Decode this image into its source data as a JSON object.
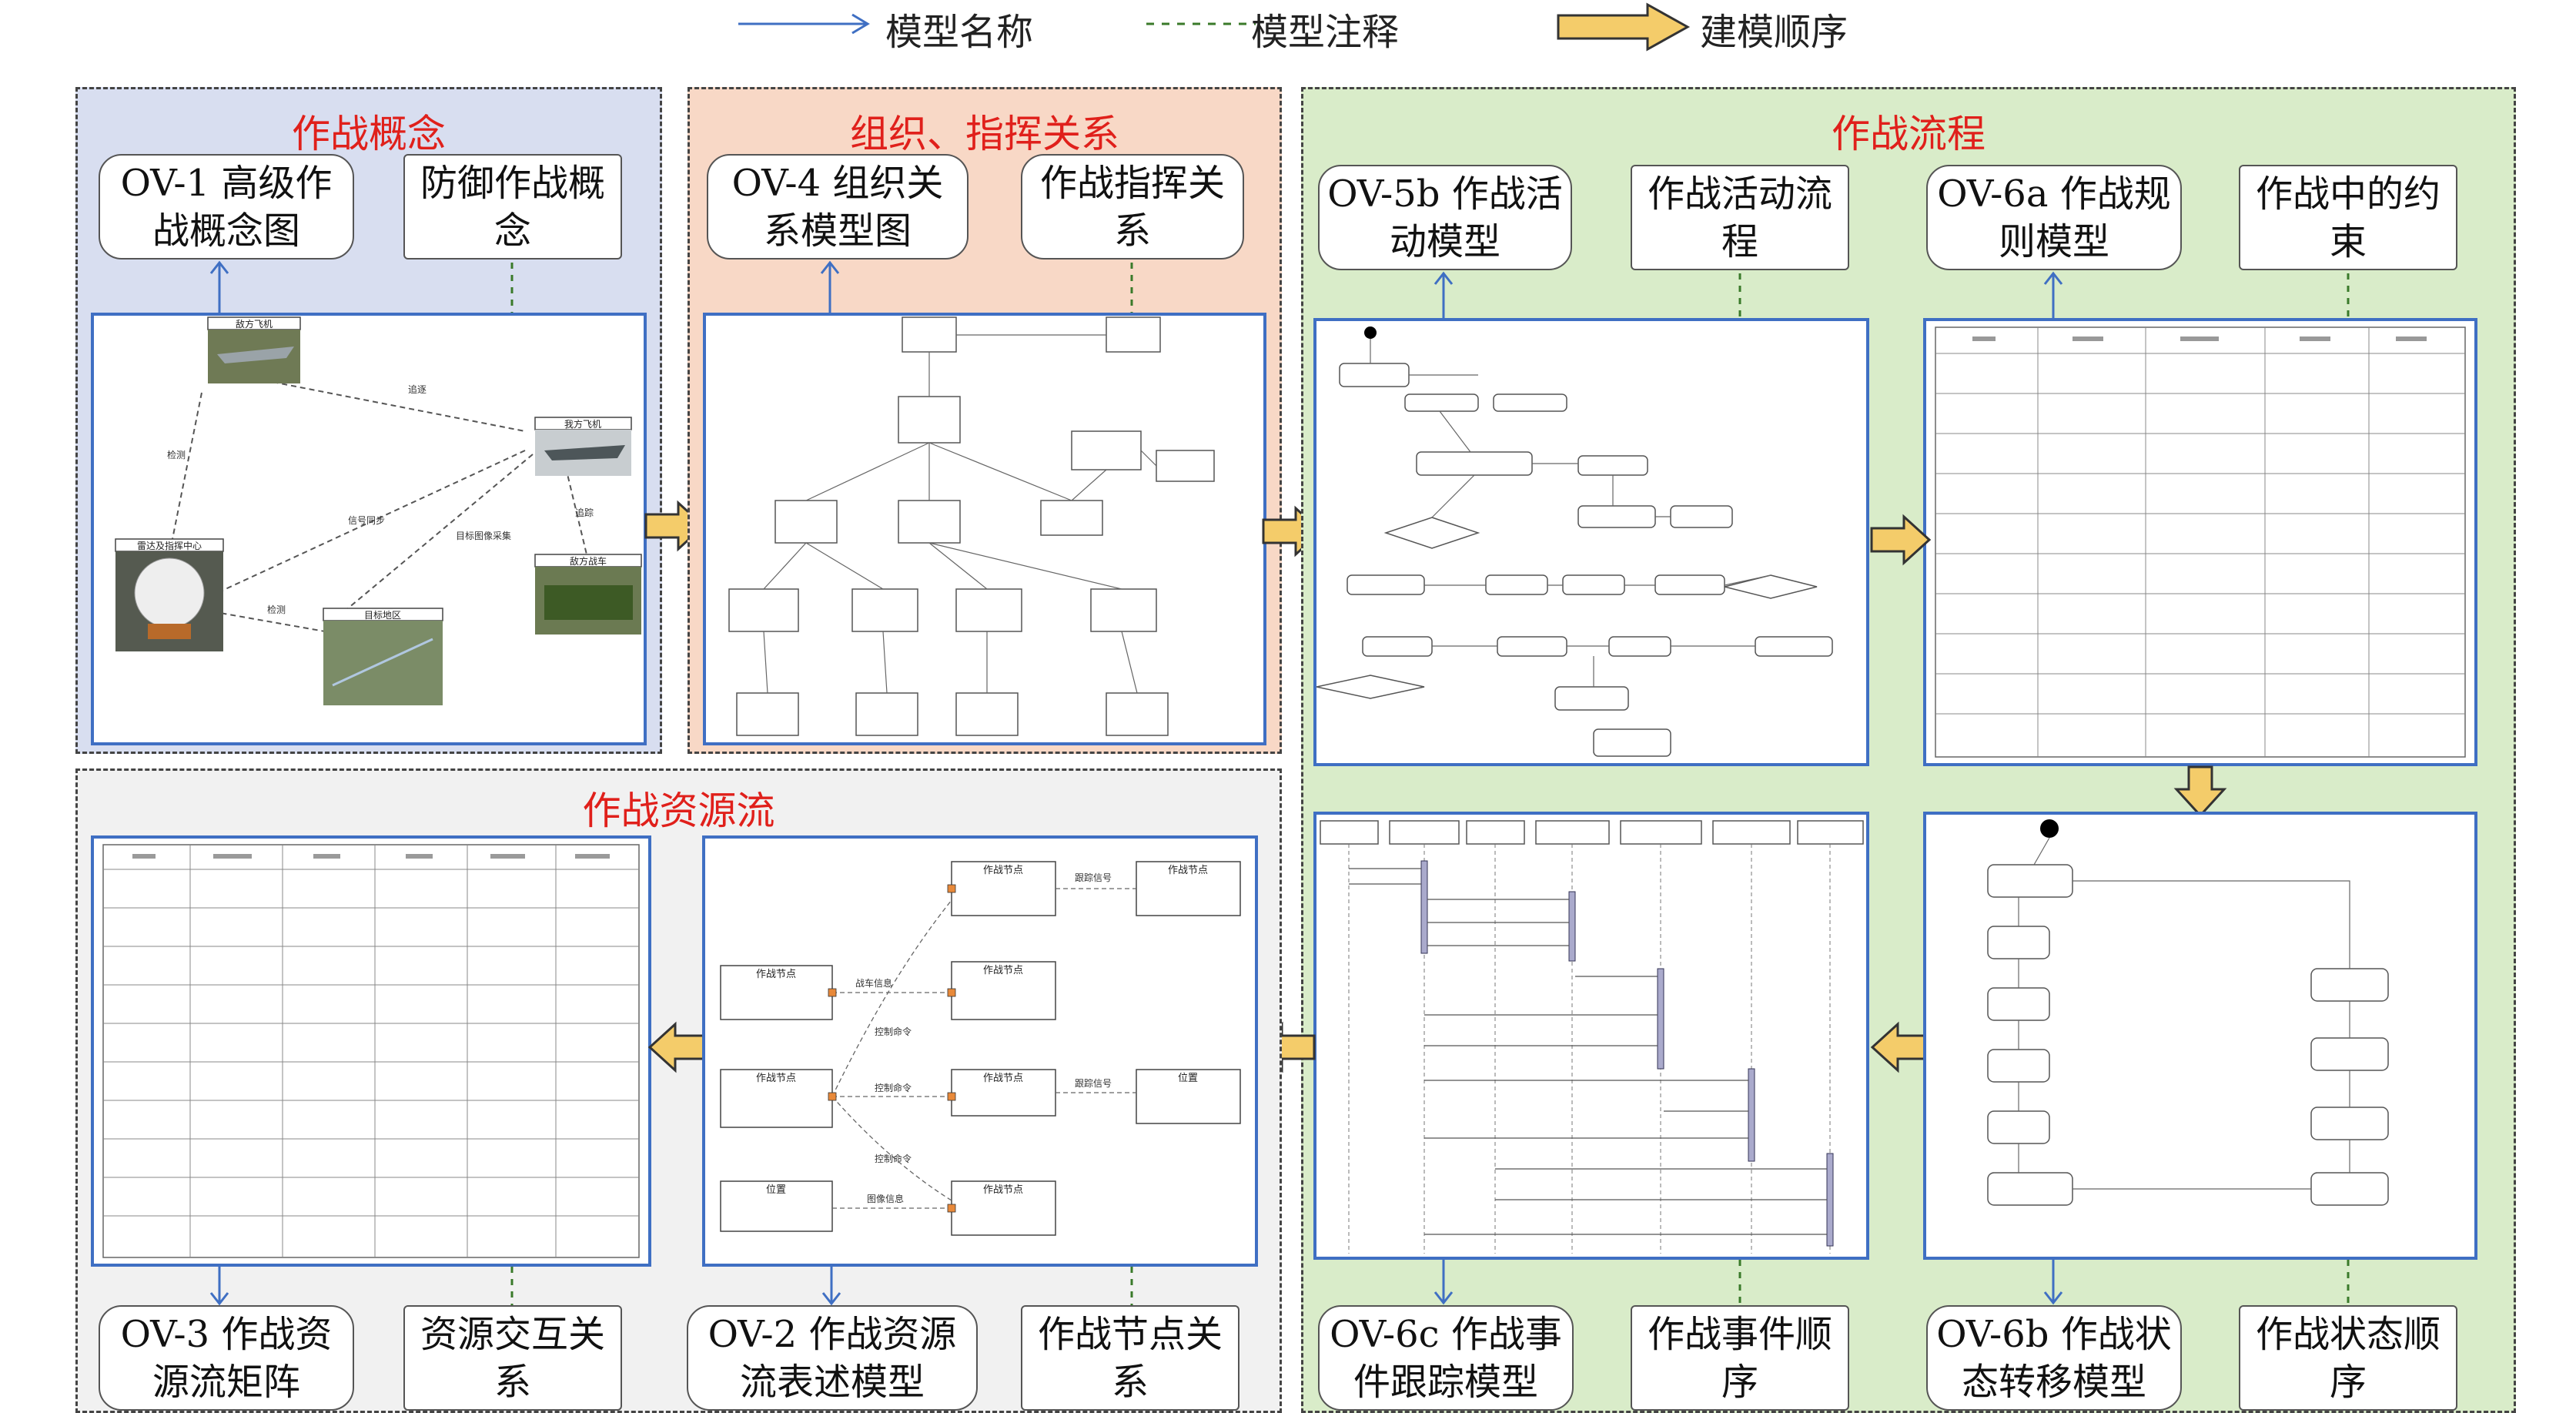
{
  "legend": {
    "model_name": "模型名称",
    "model_note": "模型注释",
    "modeling_order": "建模顺序"
  },
  "groups": {
    "concept": "作战概念",
    "org": "组织、指挥关系",
    "flow": "作战流程",
    "resource": "作战资源流"
  },
  "labels": {
    "ov1": "OV-1 高级作战概念图",
    "defense": "防御作战概念",
    "ov4": "OV-4 组织关系模型图",
    "command": "作战指挥关系",
    "ov5b": "OV-5b 作战活动模型",
    "activity_flow": "作战活动流程",
    "ov6a": "OV-6a 作战规则模型",
    "constraints": "作战中的约束",
    "ov3": "OV-3 作战资源流矩阵",
    "resource_interaction": "资源交互关系",
    "ov2": "OV-2 作战资源流表述模型",
    "node_rel": "作战节点关系",
    "ov6c": "OV-6c 作战事件跟踪模型",
    "event_seq": "作战事件顺序",
    "ov6b": "OV-6b 作战状态转移模型",
    "state_seq": "作战状态顺序"
  },
  "ov1": {
    "enemy_aircraft": "敌方飞机",
    "our_aircraft": "我方飞机",
    "radar_center": "雷达及指挥中心",
    "enemy_vehicle": "敌方战车",
    "target_area": "目标地区",
    "edge_track": "追逐",
    "edge_detect": "检测",
    "edge_sync": "信号同步",
    "edge_collect": "目标图像采集",
    "edge_follow": "追踪",
    "edge_detect2": "检测"
  },
  "ov2": {
    "node": "作战节点",
    "position": "位置",
    "edge_track": "跟踪信号",
    "edge_combat": "战车信息",
    "edge_cmd": "控制命令",
    "edge_image": "图像信息"
  }
}
